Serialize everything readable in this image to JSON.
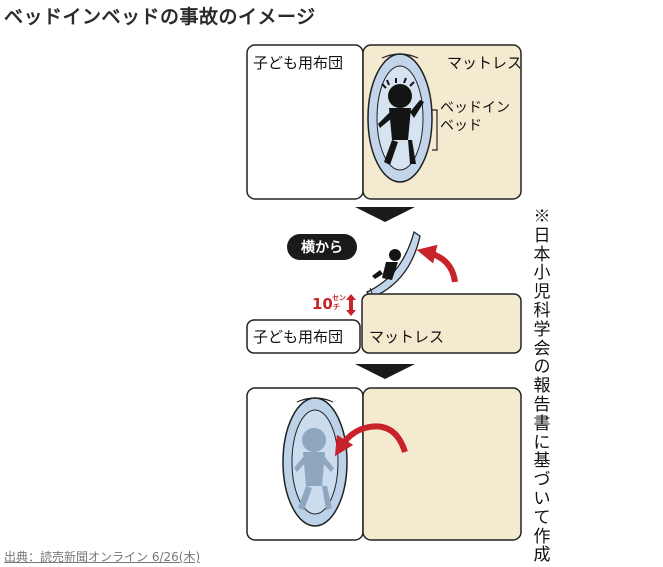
{
  "title": "ベッドインベッドの事故のイメージ",
  "panel1": {
    "futon_label": "子ども用布団",
    "mattress_label": "マットレス",
    "bed_in_bed_line1": "ベッドイン",
    "bed_in_bed_line2": "ベッド"
  },
  "panel2": {
    "side_view_badge": "横から",
    "gap_value": "10",
    "gap_unit_top": "セン",
    "gap_unit_bottom": "チ",
    "futon_label": "子ども用布団",
    "mattress_label": "マットレス"
  },
  "note_vertical": "※日本小児科学会の報告書に基づいて作成",
  "source": "出典：読売新聞オンライン 6/26(木)",
  "colors": {
    "mattress_fill": "#f4ead0",
    "futon_fill": "#ffffff",
    "bed_fill": "#b9cfe6",
    "arrow_red": "#c8232b",
    "down_arrow": "#1a1a1a",
    "badge_bg": "#1a1a1a"
  }
}
